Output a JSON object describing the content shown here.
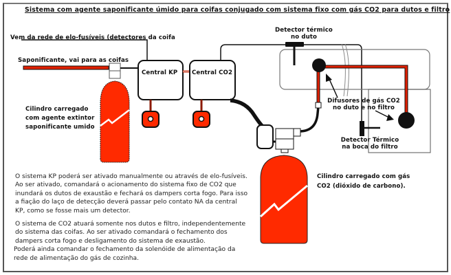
{
  "title": "Sistema com agente saponificante úmido para coifas conjugado com sistema fixo com gás CO2 para dutos e filtro",
  "labels": {
    "elo_fusiveis": "Vem da rede de elo-fusíveis (detectores da coifa",
    "saponificante": "Saponificante, vai para as coifas",
    "central_kp": "Central KP",
    "central_co2": "Central CO2",
    "detector_duto_line1": "Detector térmico",
    "detector_duto_line2": "no duto",
    "difusores_line1": "Difusores de gás CO2",
    "difusores_line2": "no duto e no filtro",
    "detector_filtro_line1": "Detector Térmico",
    "detector_filtro_line2": "na boca do filtro",
    "cilindro_kp_line1": "Cilindro carregado",
    "cilindro_kp_line2": "com agente extintor",
    "cilindro_kp_line3": "saponificante umido",
    "cilindro_co2_line1": "Cilindro carregado com gás",
    "cilindro_co2_line2": "CO2 (dióxido de carbono)."
  },
  "paragraph1": [
    "O sistema KP poderá ser ativado manualmente ou através de elo-fusíveis.",
    "Ao ser ativado, comandará o acionamento do sistema fixo de CO2 que",
    "inundará os dutos de exaustão e fechará os dampers corta fogo. Para isso",
    "a fiação do laço de detecção deverá passar pelo contato NA da central",
    "KP, como se fosse mais um detector."
  ],
  "paragraph2": [
    "O sistema de CO2 atuará somente nos dutos e filtro, independentemente",
    "do sistema das coifas. Ao ser ativado comandará o fechamento dos",
    "dampers corta fogo e desligamento do sistema de exaustão.",
    "Poderá ainda comandar o fechamento da solenóide de alimentação da",
    "rede de alimentação do gás de cozinha."
  ],
  "colors": {
    "cylinder_red": "#ff2a00",
    "pipe_red": "#e02000",
    "line_black": "#111111"
  },
  "icons": {
    "kp_cylinder": "fire-extinguisher-cylinder-icon",
    "co2_cylinder": "co2-cylinder-icon",
    "manual_trigger": "manual-pull-station-icon",
    "diffuser": "nozzle-diffuser-icon",
    "detector": "heat-detector-icon"
  }
}
